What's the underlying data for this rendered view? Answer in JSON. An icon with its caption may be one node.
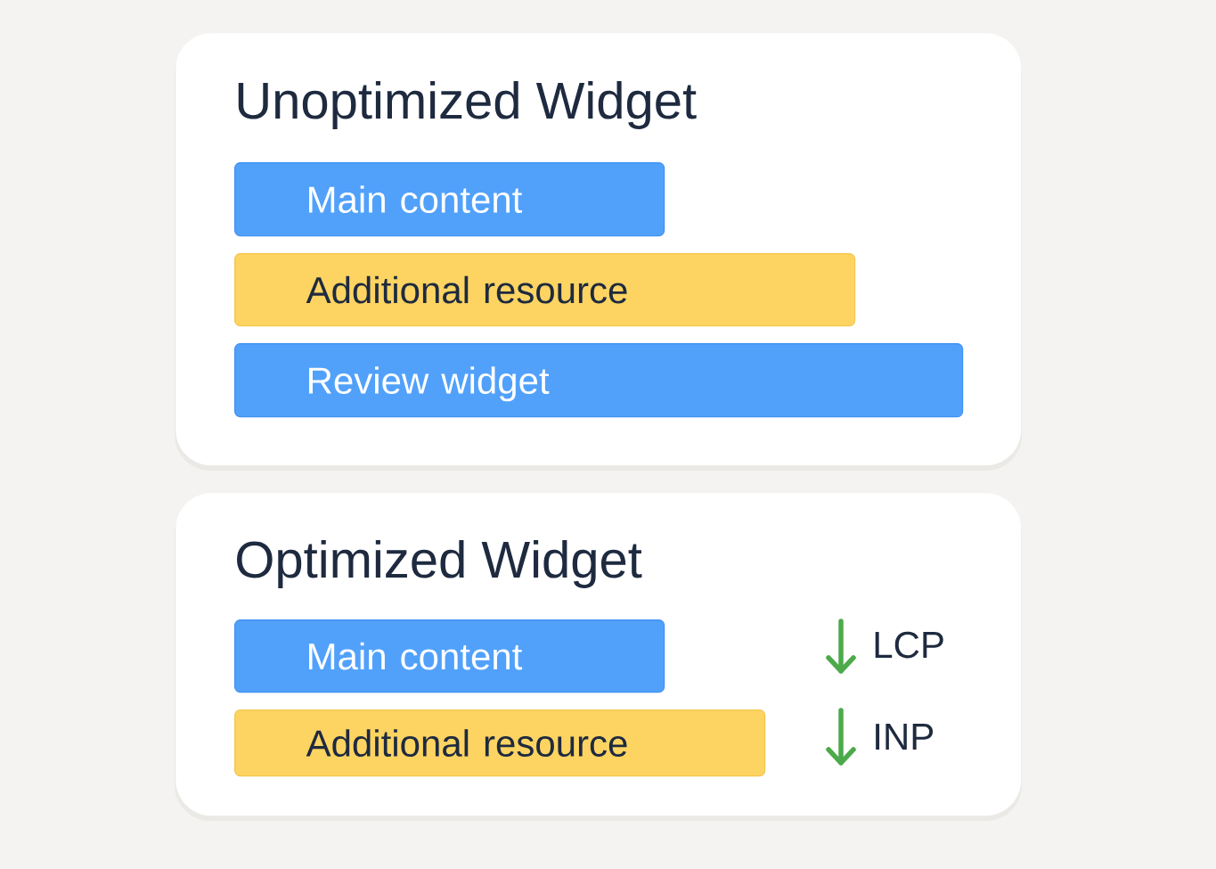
{
  "diagram": {
    "nodes": [
      {
        "text": [
          "Unoptimized Widget"
        ]
      },
      {
        "text": [
          "Main content"
        ],
        "in": 0
      },
      {
        "text": [
          "Additional resource"
        ],
        "in": 0
      },
      {
        "text": [
          "Review widget"
        ],
        "in": 0
      },
      {
        "text": [
          "Optimized Widget"
        ]
      },
      {
        "text": [
          "Main content"
        ],
        "in": 4
      },
      {
        "text": [
          "Additional resource"
        ],
        "in": 4
      }
    ],
    "labels": [
      "LCP",
      "INP"
    ]
  }
}
